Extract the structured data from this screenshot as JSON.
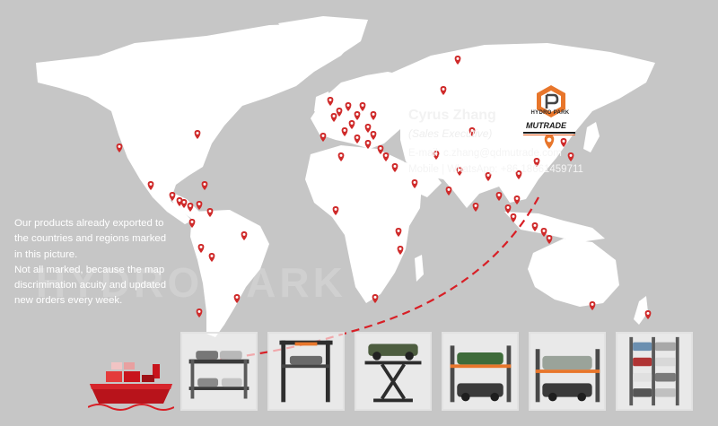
{
  "exports_note": {
    "lines": [
      "Our products already exported to",
      "the countries and regions marked",
      "in this picture.",
      "Not all marked, because the map",
      "discrimination acuity and updated",
      "new orders every week."
    ]
  },
  "contact": {
    "name": "Cyrus Zhang",
    "title": "(Sales Executive)",
    "email": "E-mail: c.zhang@qdmutrade.com",
    "phone": "Mobile | WhatsApp: +86 18661459711"
  },
  "brand": {
    "logo_caption": "HYDRO PARK",
    "name": "MUTRADE",
    "watermark": "HYDRO PARK"
  },
  "colors": {
    "background": "#c6c6c6",
    "land": "#ffffff",
    "marker": "#cf2a2a",
    "accent": "#e8762b",
    "route": "#d81f26"
  },
  "products": [
    {
      "name": "two-level-puzzle-parking"
    },
    {
      "name": "four-post-lift"
    },
    {
      "name": "scissor-lift"
    },
    {
      "name": "two-post-parking-lift"
    },
    {
      "name": "four-post-double-lift"
    },
    {
      "name": "multi-level-stacker"
    }
  ]
}
